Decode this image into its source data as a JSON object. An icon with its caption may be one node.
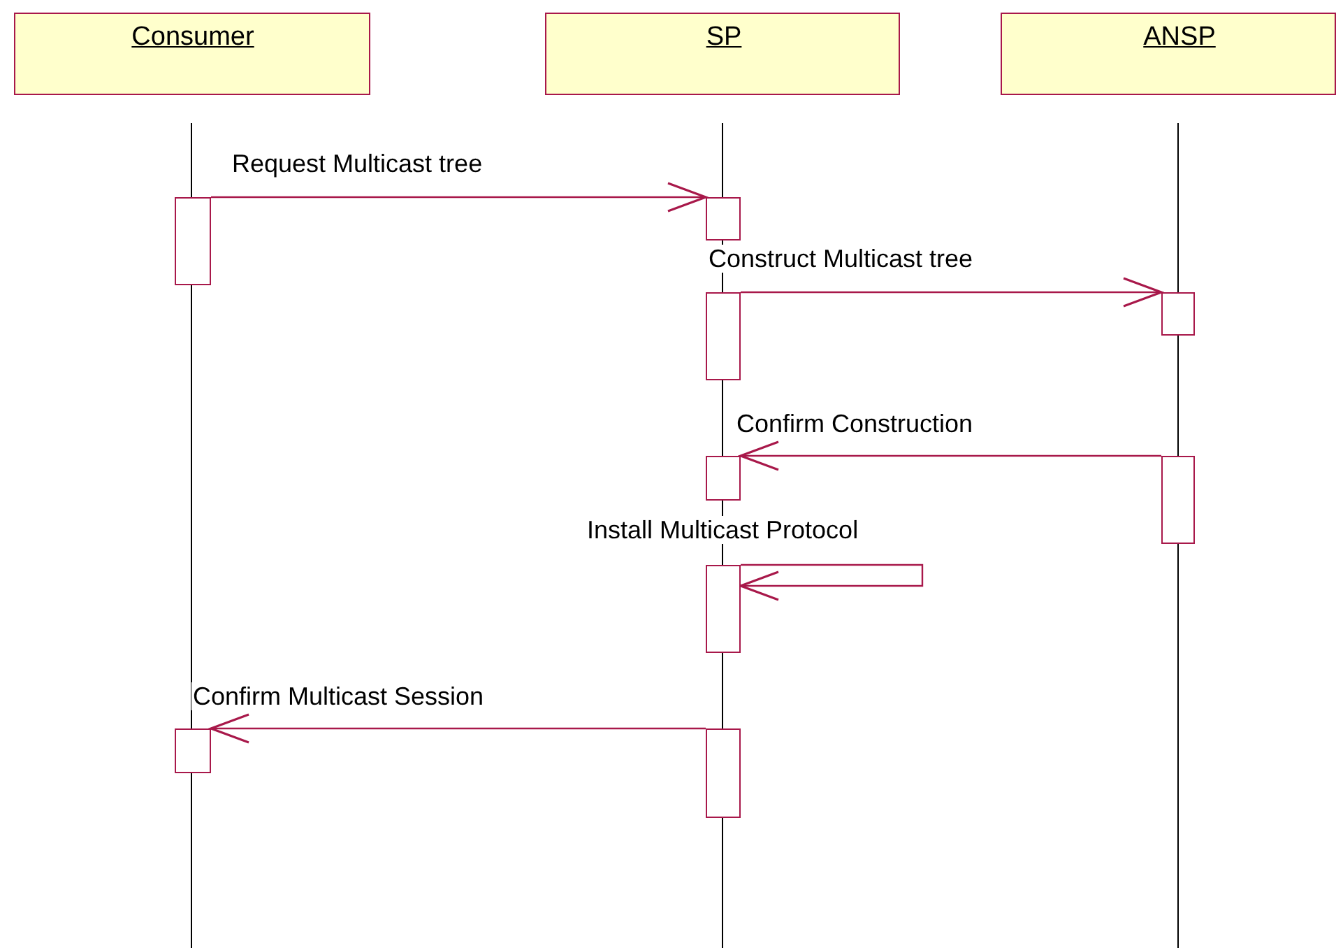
{
  "diagram": {
    "nodes": [
      {
        "text": [
          "Consumer"
        ]
      },
      {
        "text": [
          "SP"
        ]
      },
      {
        "text": [
          "ANSP"
        ]
      },
      {
        "text": [],
        "shape": "bar"
      },
      {
        "text": [],
        "shape": "bar"
      },
      {
        "text": [],
        "shape": "bar"
      },
      {
        "text": [],
        "shape": "bar"
      },
      {
        "text": [],
        "shape": "bar"
      },
      {
        "text": [],
        "shape": "bar"
      },
      {
        "text": [],
        "shape": "bar"
      },
      {
        "text": [],
        "shape": "bar"
      },
      {
        "text": [],
        "shape": "bar"
      }
    ],
    "edges": [
      {
        "from": 3,
        "to": 4,
        "arrow": "to",
        "label": "Request Multicast tree"
      },
      {
        "from": 5,
        "to": 6,
        "arrow": "to",
        "label": "Construct Multicast tree"
      },
      {
        "from": 8,
        "to": 7,
        "arrow": "to",
        "label": "Confirm Construction"
      },
      {
        "from": 9,
        "to": 9,
        "arrow": "to",
        "label": "Install Multicast Protocol"
      },
      {
        "from": 11,
        "to": 10,
        "arrow": "to",
        "label": "Confirm Multicast Session"
      }
    ]
  }
}
